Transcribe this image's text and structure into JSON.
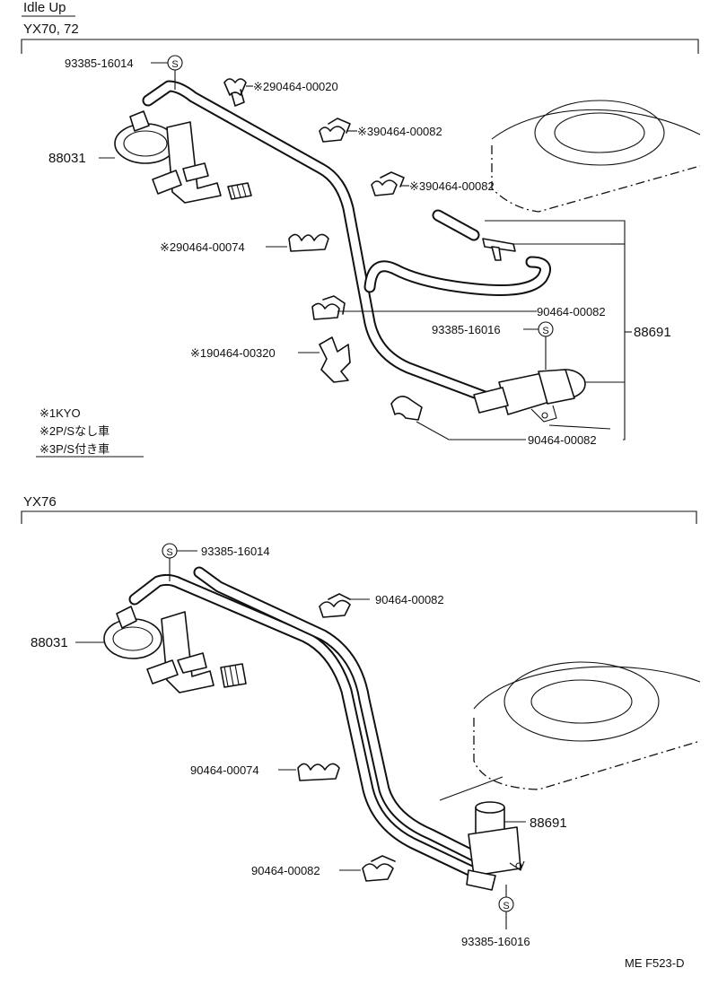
{
  "header": {
    "title": "Idle Up"
  },
  "sections": {
    "top": {
      "model": "YX70, 72",
      "labels": {
        "clamp_top": "93385-16014",
        "valve": "88031",
        "clip_1": "※290464-00020",
        "clip_2": "※390464-00082",
        "clip_3": "※390464-00082",
        "clip_4": "※290464-00074",
        "clip_5": "90464-00082",
        "clamp_vsv": "93385-16016",
        "clip_6": "※190464-00320",
        "vsv": "88691",
        "clip_7": "90464-00082"
      },
      "legend": [
        "※1KYO",
        "※2P/Sなし車",
        "※3P/S付き車"
      ]
    },
    "bottom": {
      "model": "YX76",
      "labels": {
        "clamp_top": "93385-16014",
        "valve": "88031",
        "clip_1": "90464-00082",
        "clip_2": "90464-00074",
        "vsv": "88691",
        "clip_3": "90464-00082",
        "clamp_vsv": "93385-16016"
      }
    }
  },
  "footer": {
    "code": "ME F523-D"
  },
  "clamp_symbol": "S"
}
